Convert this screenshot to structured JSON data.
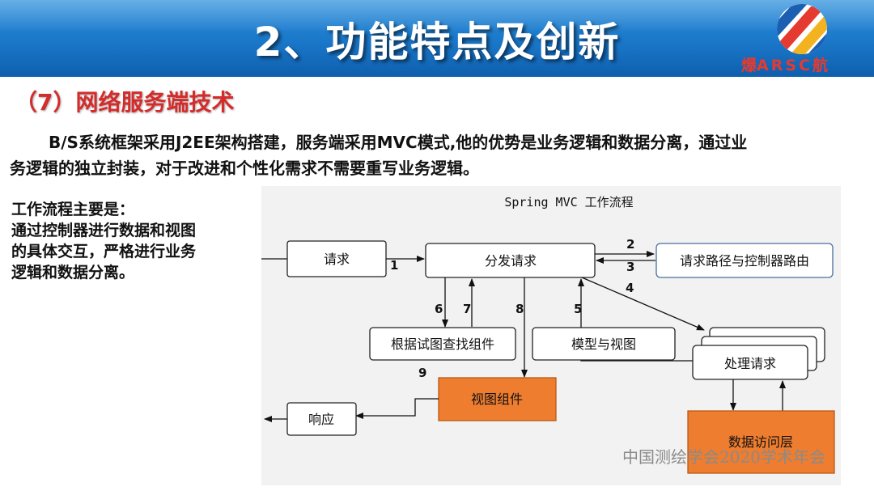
{
  "header": {
    "title": "2、功能特点及创新",
    "logo": {
      "left_char": "爆",
      "acronym": "ARSC",
      "right_char": "航"
    }
  },
  "section": {
    "subtitle": "（7）网络服务端技术",
    "intro_lines": [
      "B/S系统框架采用J2EE架构搭建，服务端采用MVC模式,他的优势是业务逻辑和数据分离，通过业",
      "务逻辑的独立封装，对于改进和个性化需求不需要重写业务逻辑。"
    ],
    "workflow_lines": [
      "工作流程主要是：",
      "通过控制器进行数据和视图",
      "的具体交互，严格进行业务",
      "逻辑和数据分离。"
    ]
  },
  "diagram": {
    "title": "Spring MVC 工作流程",
    "boxes": {
      "request": "请求",
      "dispatch": "分发请求",
      "routing": "请求路径与控制器路由",
      "view_lookup": "根据试图查找组件",
      "model_view": "模型与视图",
      "handle": "处理请求",
      "view_component": "视图组件",
      "response": "响应",
      "data_access": "数据访问层"
    },
    "step_numbers": [
      "1",
      "2",
      "3",
      "4",
      "5",
      "6",
      "7",
      "8",
      "9"
    ],
    "watermark": "中国测绘学会2020学术年会",
    "colors": {
      "orange_fill": "#ee7d30",
      "orange_border": "#b85a14",
      "blue_border": "#4a6fa0",
      "header_blue": "#1a77c9",
      "subtitle_red": "#d42b2b"
    }
  }
}
